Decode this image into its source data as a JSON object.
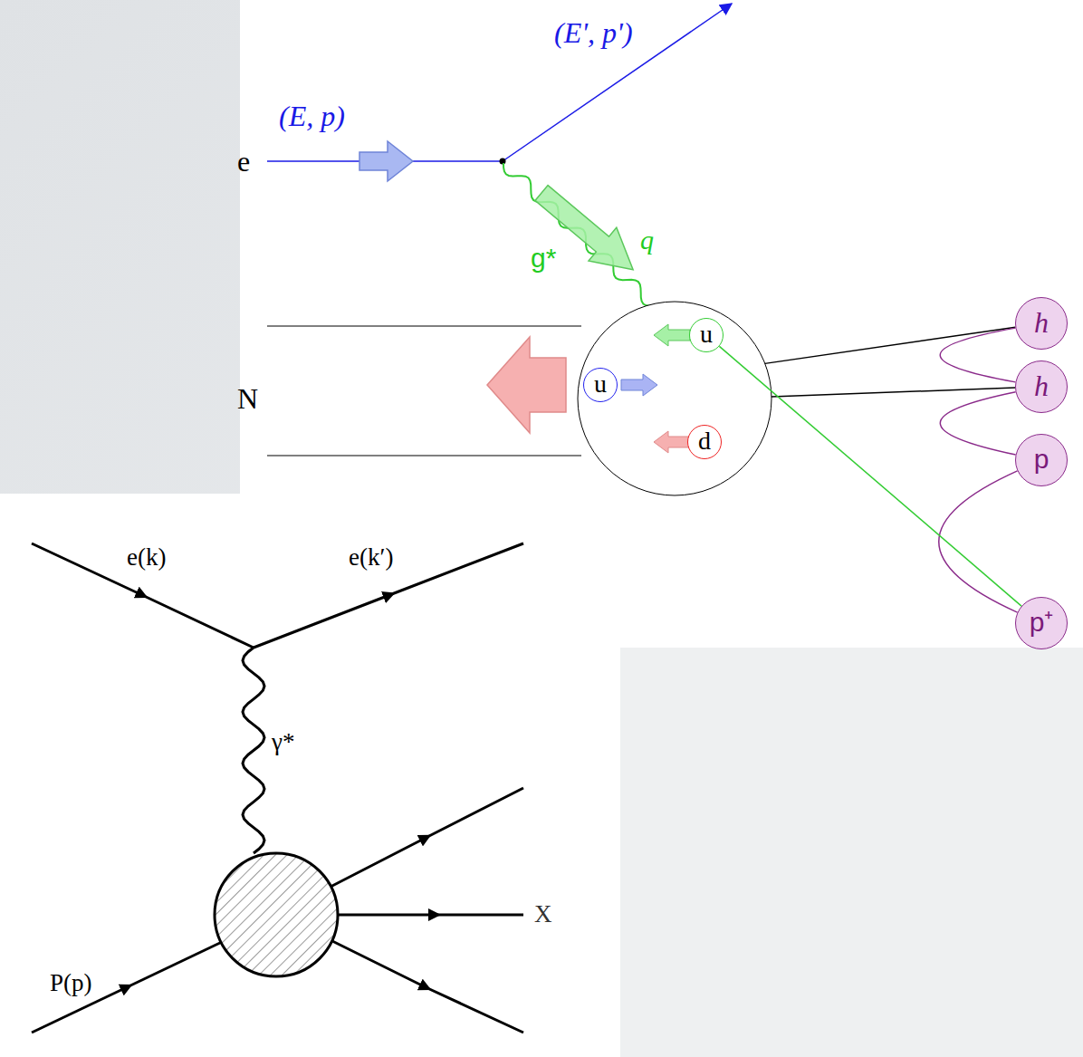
{
  "diagram": {
    "nodes": [
      {
        "text": [
          "N"
        ]
      },
      {
        "text": [
          "u"
        ],
        "in": 0
      },
      {
        "text": [
          "u"
        ],
        "in": 0
      },
      {
        "text": [
          "d"
        ],
        "in": 0
      },
      {
        "text": [
          "h"
        ]
      },
      {
        "text": [
          "h"
        ]
      },
      {
        "text": [
          "p"
        ]
      },
      {
        "text": [
          "p⁺"
        ]
      }
    ],
    "edges": [
      {
        "from": 0,
        "to": 4,
        "arrow": "none"
      },
      {
        "from": 0,
        "to": 5,
        "arrow": "none"
      },
      {
        "from": 4,
        "to": 5,
        "arrow": "none"
      },
      {
        "from": 5,
        "to": 6,
        "arrow": "none"
      },
      {
        "from": 6,
        "to": 7,
        "arrow": "none"
      },
      {
        "from": 1,
        "to": 7,
        "arrow": "none"
      }
    ],
    "labels": [
      "e",
      "(E, p)",
      "(E', p')",
      "g*",
      "q",
      "e(k)",
      "e(k′)",
      "γ*",
      "P(p)",
      "X"
    ]
  }
}
